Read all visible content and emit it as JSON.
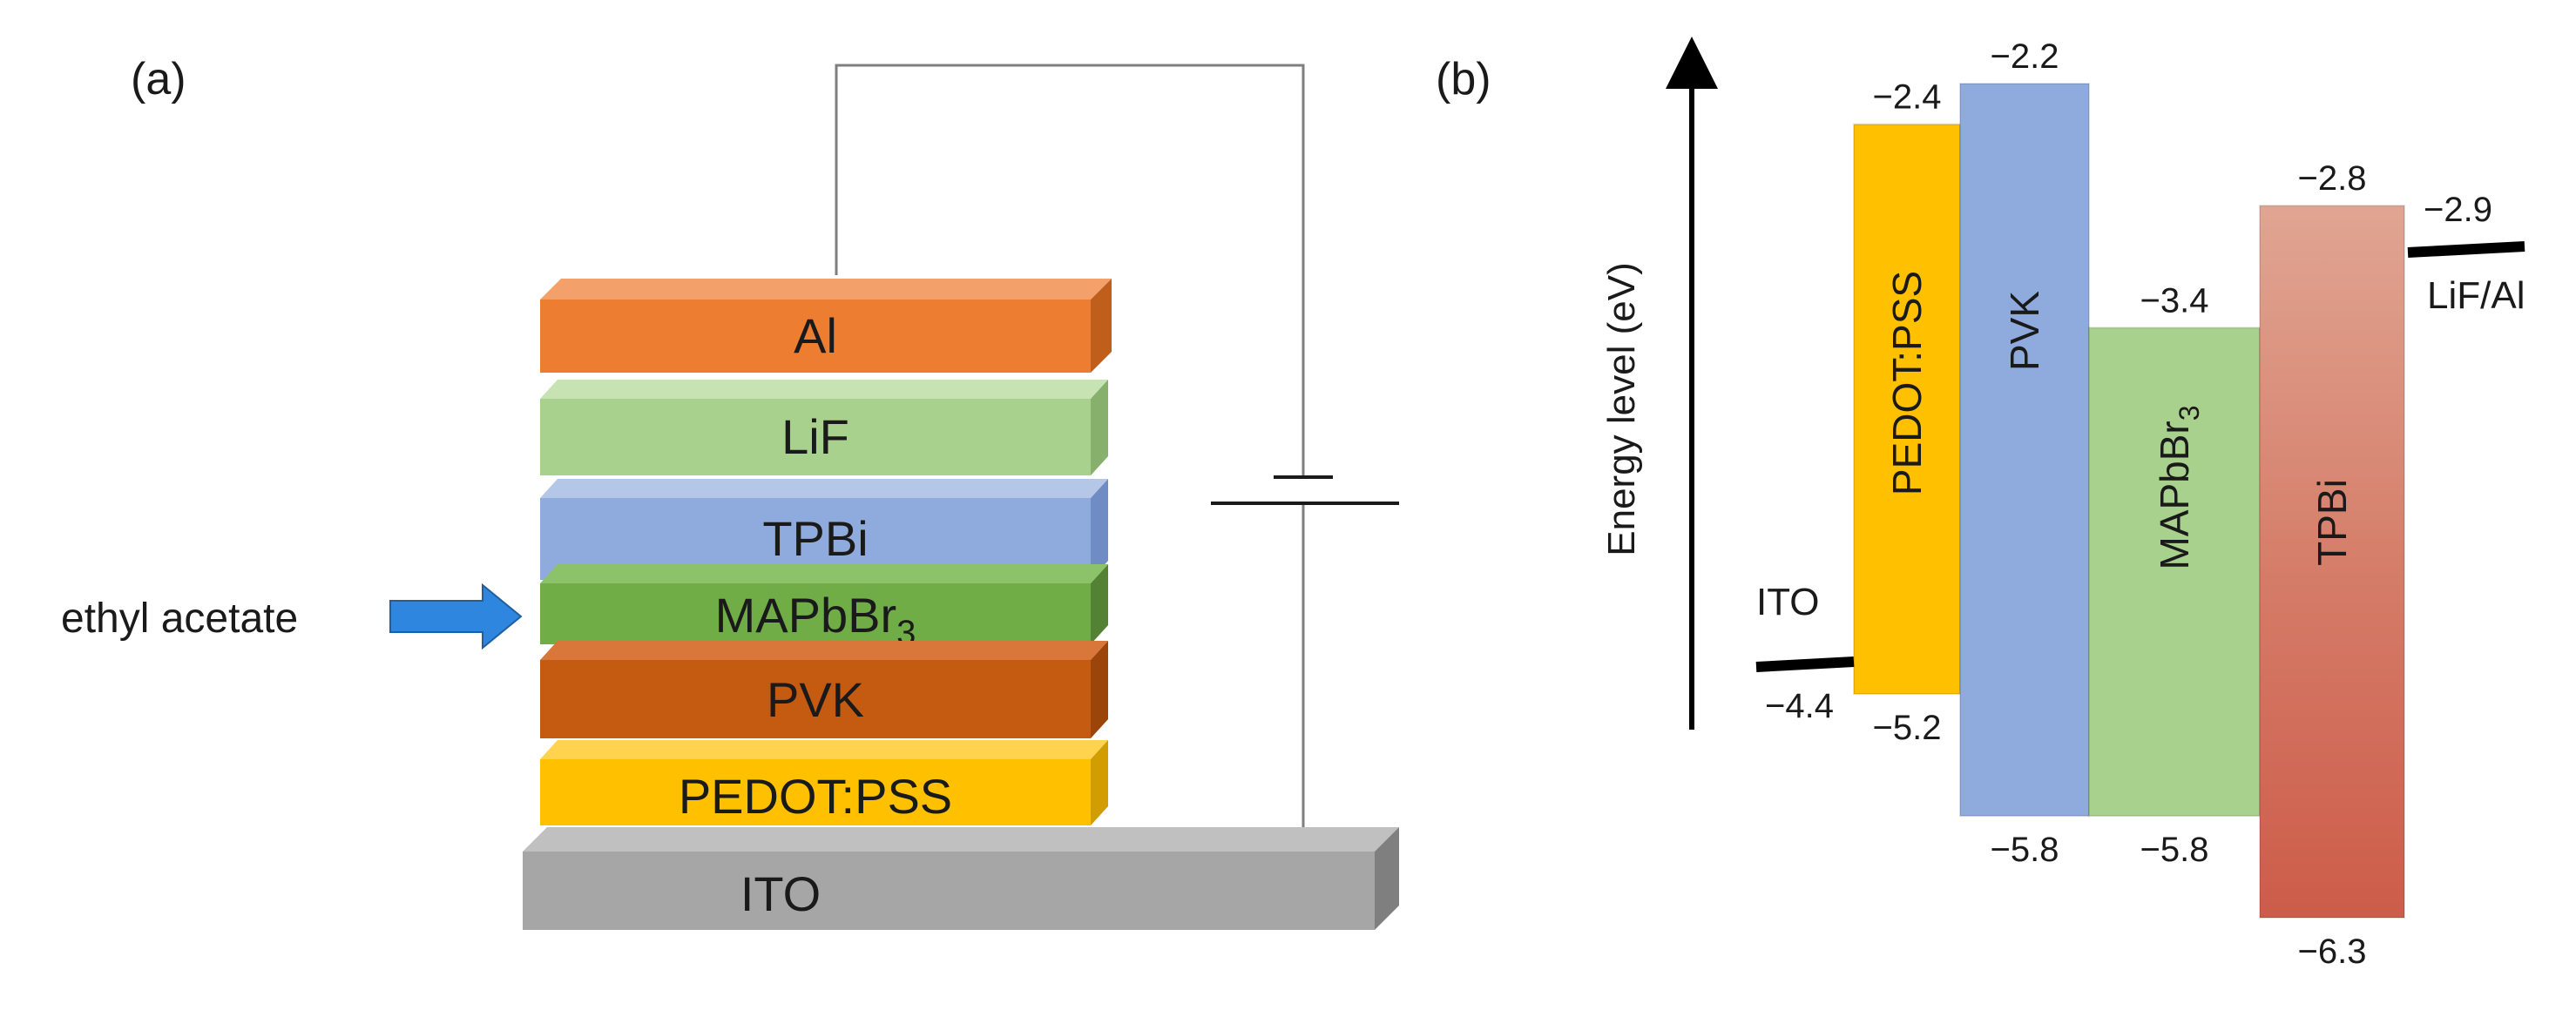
{
  "panel_a": {
    "label": "(a)",
    "layers": [
      {
        "name": "Al",
        "front": "#ed7d31",
        "top": "#f4a06a",
        "side": "#c05f1c"
      },
      {
        "name": "LiF",
        "front": "#a9d18e",
        "top": "#c7e3b4",
        "side": "#87b06c"
      },
      {
        "name": "TPBi",
        "front": "#8faadc",
        "top": "#b4c7e7",
        "side": "#6f8cc4"
      },
      {
        "name": "MAPbBr",
        "sub": "3",
        "front": "#70ad47",
        "top": "#8cc26a",
        "side": "#548235"
      },
      {
        "name": "PVK",
        "front": "#c55a11",
        "top": "#d9763a",
        "side": "#9c450b"
      },
      {
        "name": "PEDOT:PSS",
        "front": "#ffc000",
        "top": "#ffd34d",
        "side": "#d19d00"
      },
      {
        "name": "ITO",
        "front": "#a6a6a6",
        "top": "#c0c0c0",
        "side": "#7f7f7f"
      }
    ],
    "arrow_label": "ethyl acetate",
    "arrow_color": "#2e86de"
  },
  "panel_b": {
    "label": "(b)",
    "axis_label": "Energy level (eV)",
    "ito": {
      "name": "ITO",
      "value": "−4.4"
    },
    "lif": {
      "name": "LiF/Al",
      "value": "−2.9"
    },
    "bars": [
      {
        "name": "PEDOT:PSS",
        "top_label": "−2.4",
        "bottom_label": "−5.2",
        "top": -2.4,
        "bottom": -5.2,
        "color": "#ffc000"
      },
      {
        "name": "PVK",
        "top_label": "−2.2",
        "bottom_label": "−5.8",
        "top": -2.2,
        "bottom": -5.8,
        "color": "#8faadc"
      },
      {
        "name": "MAPbBr",
        "sub": "3",
        "top_label": "−3.4",
        "bottom_label": "−5.8",
        "top": -3.4,
        "bottom": -5.8,
        "color": "#a9d18e"
      },
      {
        "name": "TPBi",
        "top_label": "−2.8",
        "bottom_label": "−6.3",
        "top": -2.8,
        "bottom": -6.3,
        "color_top": "#e0a592",
        "color_bottom": "#cd5c4a"
      }
    ]
  }
}
